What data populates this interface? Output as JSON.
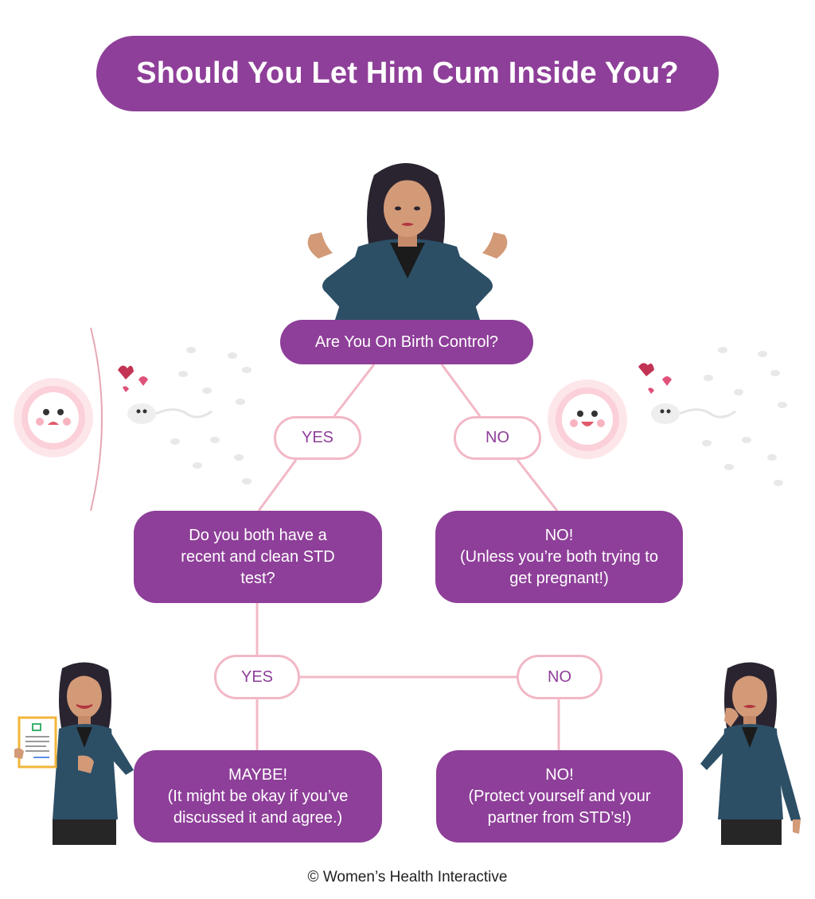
{
  "title": "Should You Let Him Cum Inside You?",
  "nodes": {
    "question_birth_control": "Are You On Birth Control?",
    "yes_1": "YES",
    "no_1": "NO",
    "question_std": "Do you both have a recent and clean STD test?",
    "answer_pregnant": "NO!\n(Unless you’re both trying to get pregnant!)",
    "yes_2": "YES",
    "no_2": "NO",
    "answer_maybe": "MAYBE!\n(It might be okay if you’ve discussed it and agree.)",
    "answer_protect": "NO!\n(Protect yourself and your partner from STD’s!)"
  },
  "footer": "© Women’s Health Interactive",
  "colors": {
    "brand_purple": "#8e3f99",
    "connector_pink": "#f2b8c6",
    "jacket_teal": "#2c4f66"
  },
  "illustrations": [
    "woman-shrugging-icon",
    "egg-blocked-icon",
    "sperm-swarm-icon",
    "egg-happy-icon",
    "woman-thumbs-up-icon",
    "woman-thinking-icon"
  ]
}
